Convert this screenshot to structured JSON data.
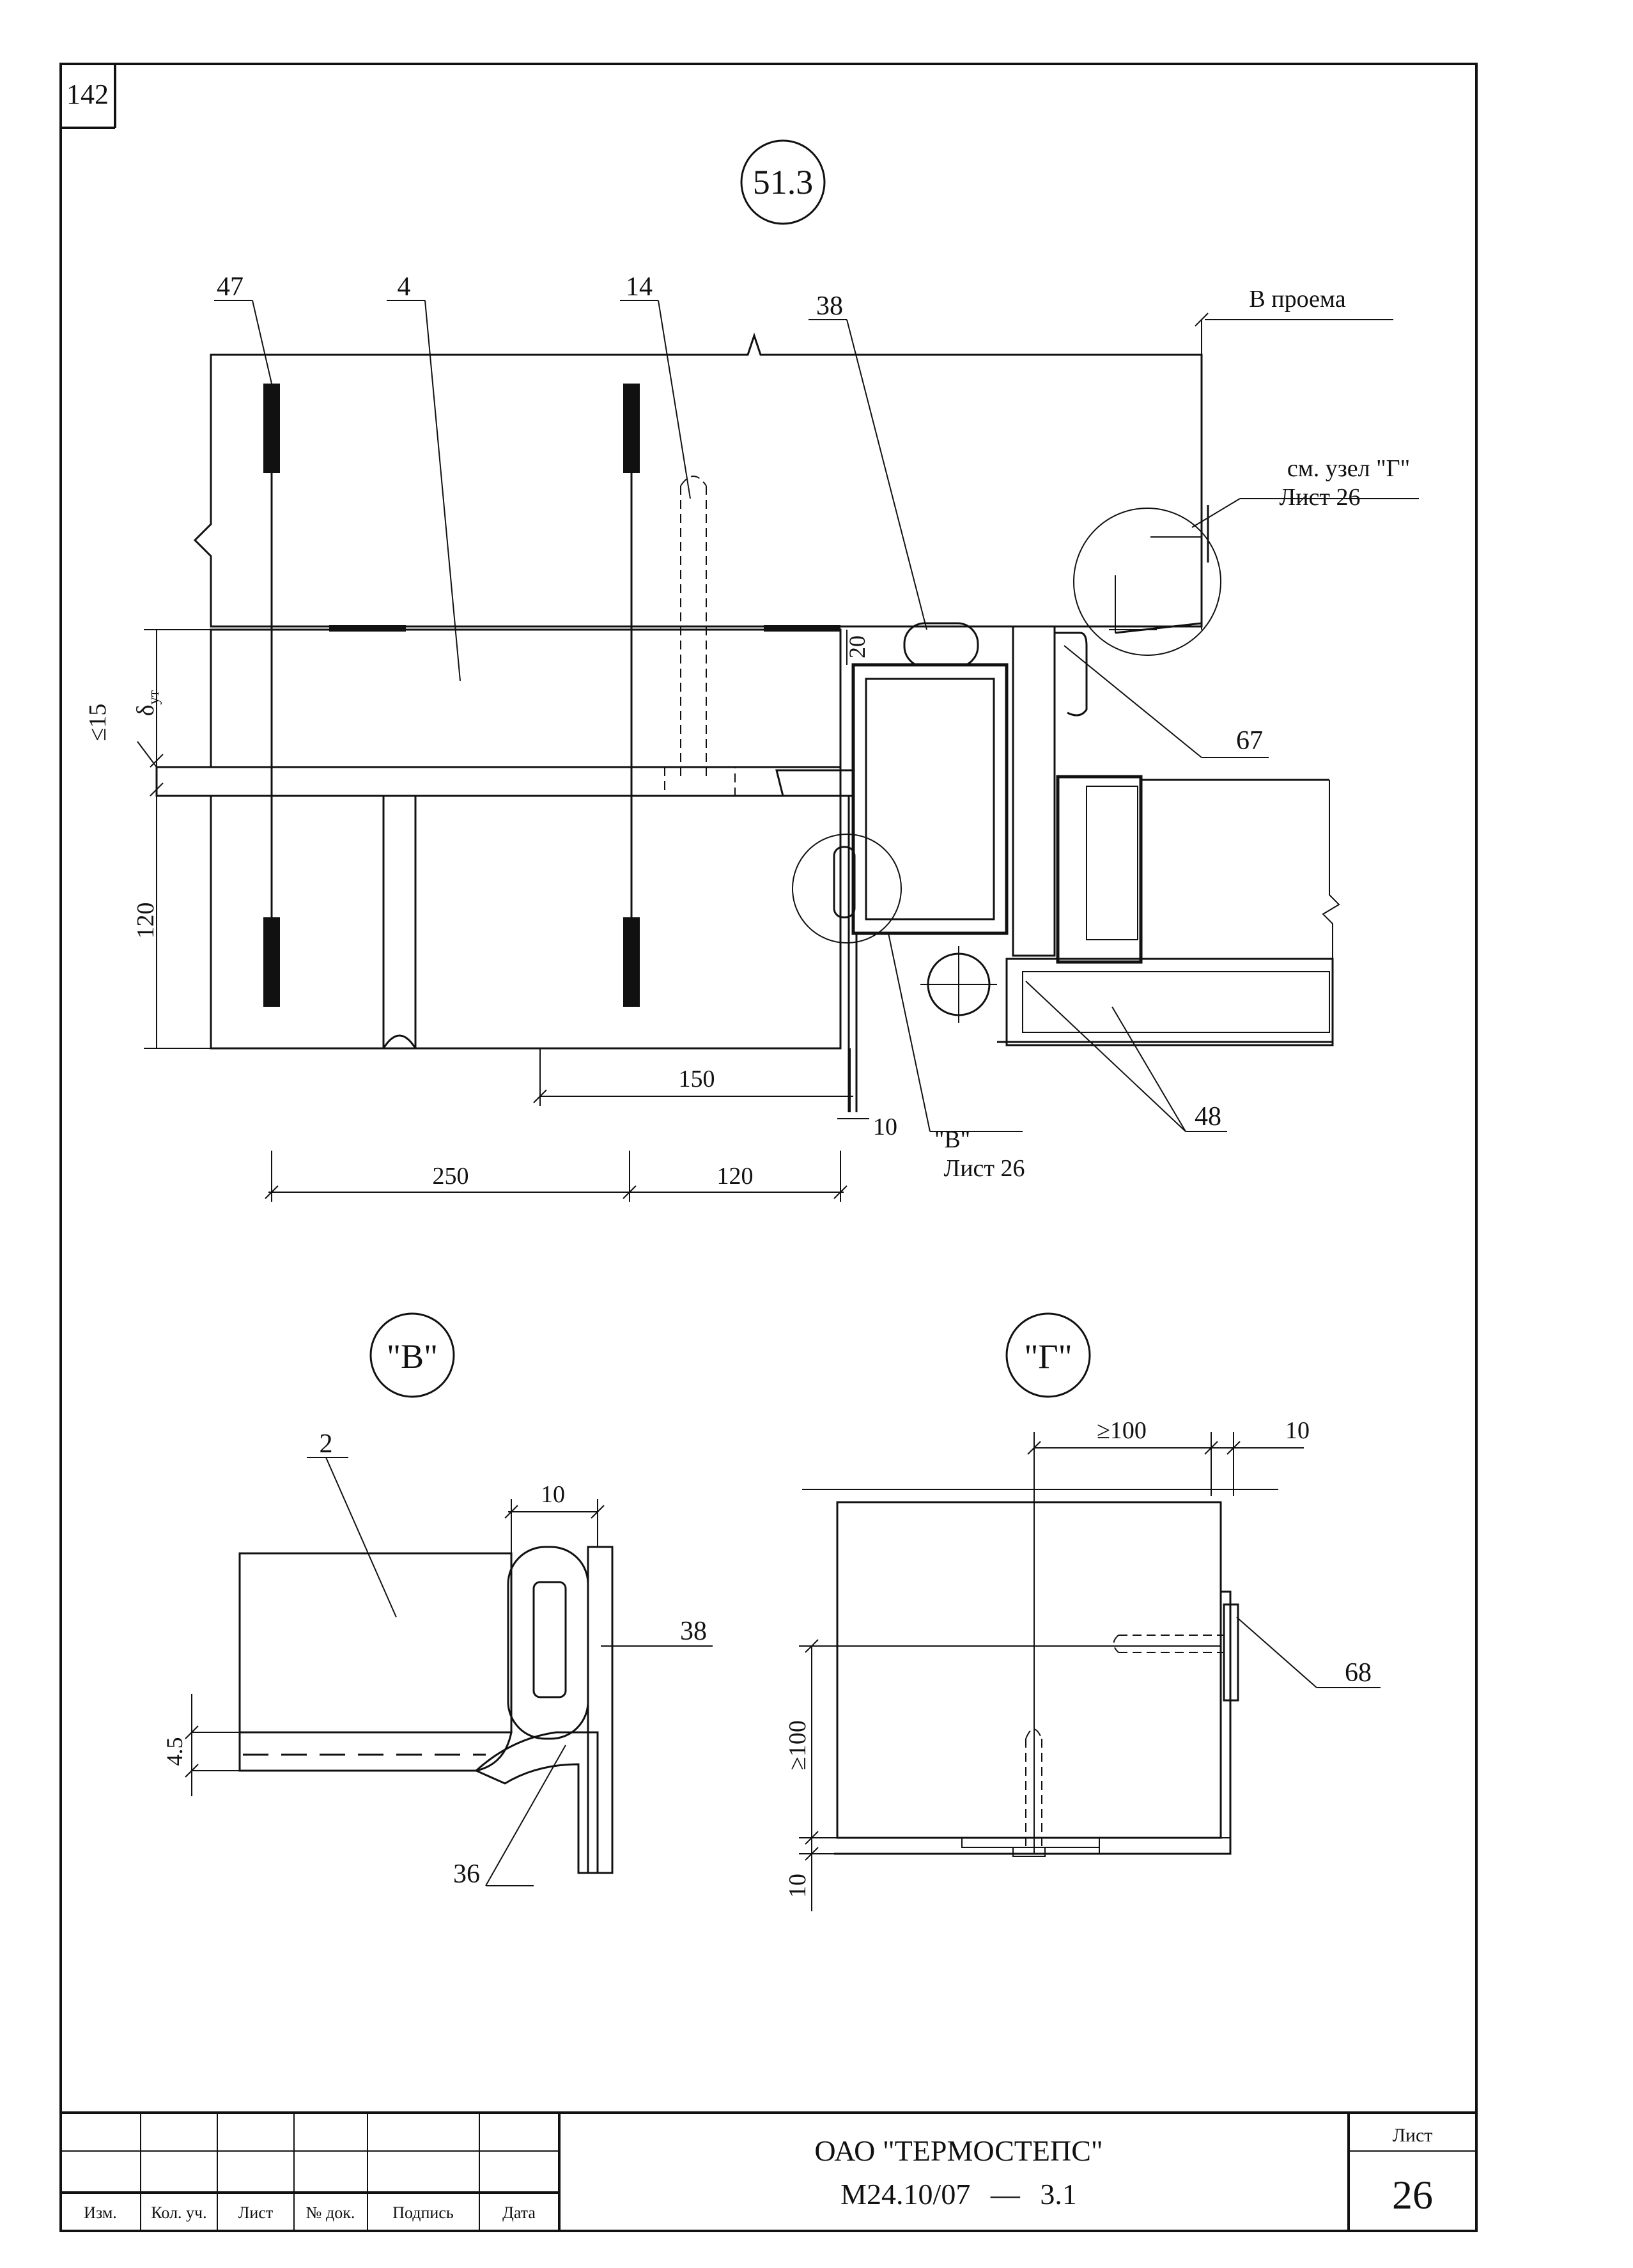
{
  "sheet": {
    "corner_page_number": "142"
  },
  "main_node": {
    "node_id": "51.3",
    "callouts": {
      "c47": "47",
      "c4": "4",
      "c14": "14",
      "c38": "38",
      "c67": "67",
      "c48": "48",
      "opening": "В проема",
      "ref_g_line1": "см. узел \"Г\"",
      "ref_g_line2": "Лист 26",
      "ref_b_line1": "\"В\"",
      "ref_b_line2": "Лист 26"
    },
    "dimensions": {
      "d20": "20",
      "d15": "≤15",
      "delta": "δ",
      "delta_sub": "ут",
      "d120_v": "120",
      "d150": "150",
      "d10": "10",
      "d250": "250",
      "d120_h": "120"
    }
  },
  "detail_b": {
    "title": "\"В\"",
    "callouts": {
      "c2": "2",
      "c38": "38",
      "c36": "36"
    },
    "dimensions": {
      "d10": "10",
      "d45": "4.5"
    }
  },
  "detail_g": {
    "title": "\"Г\"",
    "callouts": {
      "c68": "68"
    },
    "dimensions": {
      "d100_h": "≥100",
      "d10_h": "10",
      "d100_v": "≥100",
      "d10_v": "10"
    }
  },
  "title_block": {
    "columns": [
      "Изм.",
      "Кол. уч.",
      "Лист",
      "№ док.",
      "Подпись",
      "Дата"
    ],
    "company": "ОАО \"ТЕРМОСТЕПС\"",
    "document_code": "М24.10/07",
    "dash": "—",
    "document_section": "3.1",
    "sheet_label": "Лист",
    "sheet_number": "26"
  }
}
